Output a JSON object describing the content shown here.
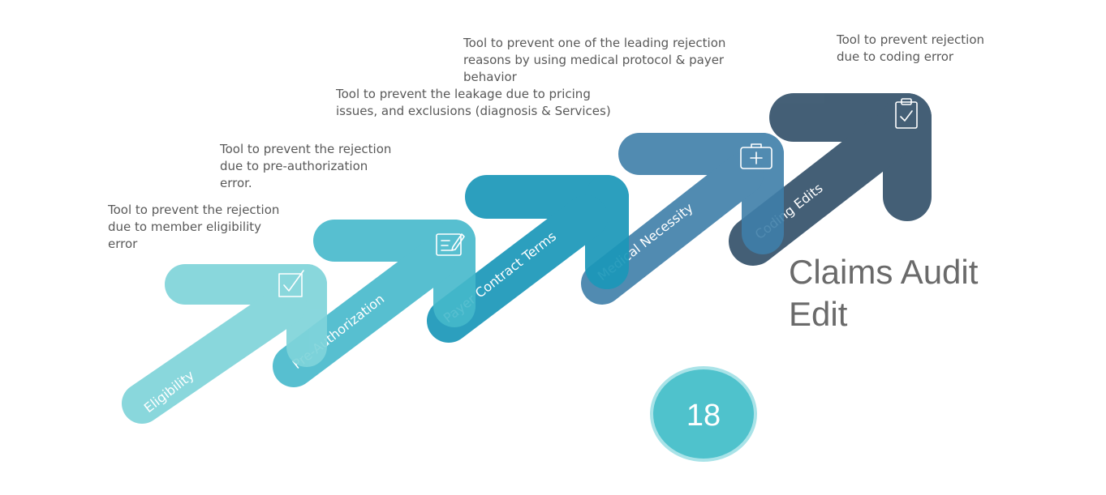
{
  "title": "Claims Audit\n Edit",
  "page_number": "18",
  "steps": [
    {
      "label": "Eligibility",
      "description": "Tool to prevent the rejection\ndue to member eligibility\nerror",
      "icon": "checkbox-check-icon",
      "color": "#7fd4da"
    },
    {
      "label": "Pre-Authorization",
      "description": "Tool to prevent the rejection\ndue to pre-authorization\nerror.",
      "icon": "edit-form-icon",
      "color": "#45b9cb"
    },
    {
      "label": "Payer Contract Terms",
      "description": "Tool to prevent the leakage due to pricing\nissues, and exclusions (diagnosis & Services)",
      "icon": "none",
      "color": "#1b97b9"
    },
    {
      "label": "Medical Necessity",
      "description": "Tool to prevent one of the leading rejection\nreasons by using medical protocol & payer\nbehavior",
      "icon": "medical-kit-icon",
      "color": "#3f7fa9"
    },
    {
      "label": "Coding Edits",
      "description": "Tool to prevent rejection\ndue to coding error",
      "icon": "clipboard-check-icon",
      "color": "#2b4a64"
    }
  ]
}
